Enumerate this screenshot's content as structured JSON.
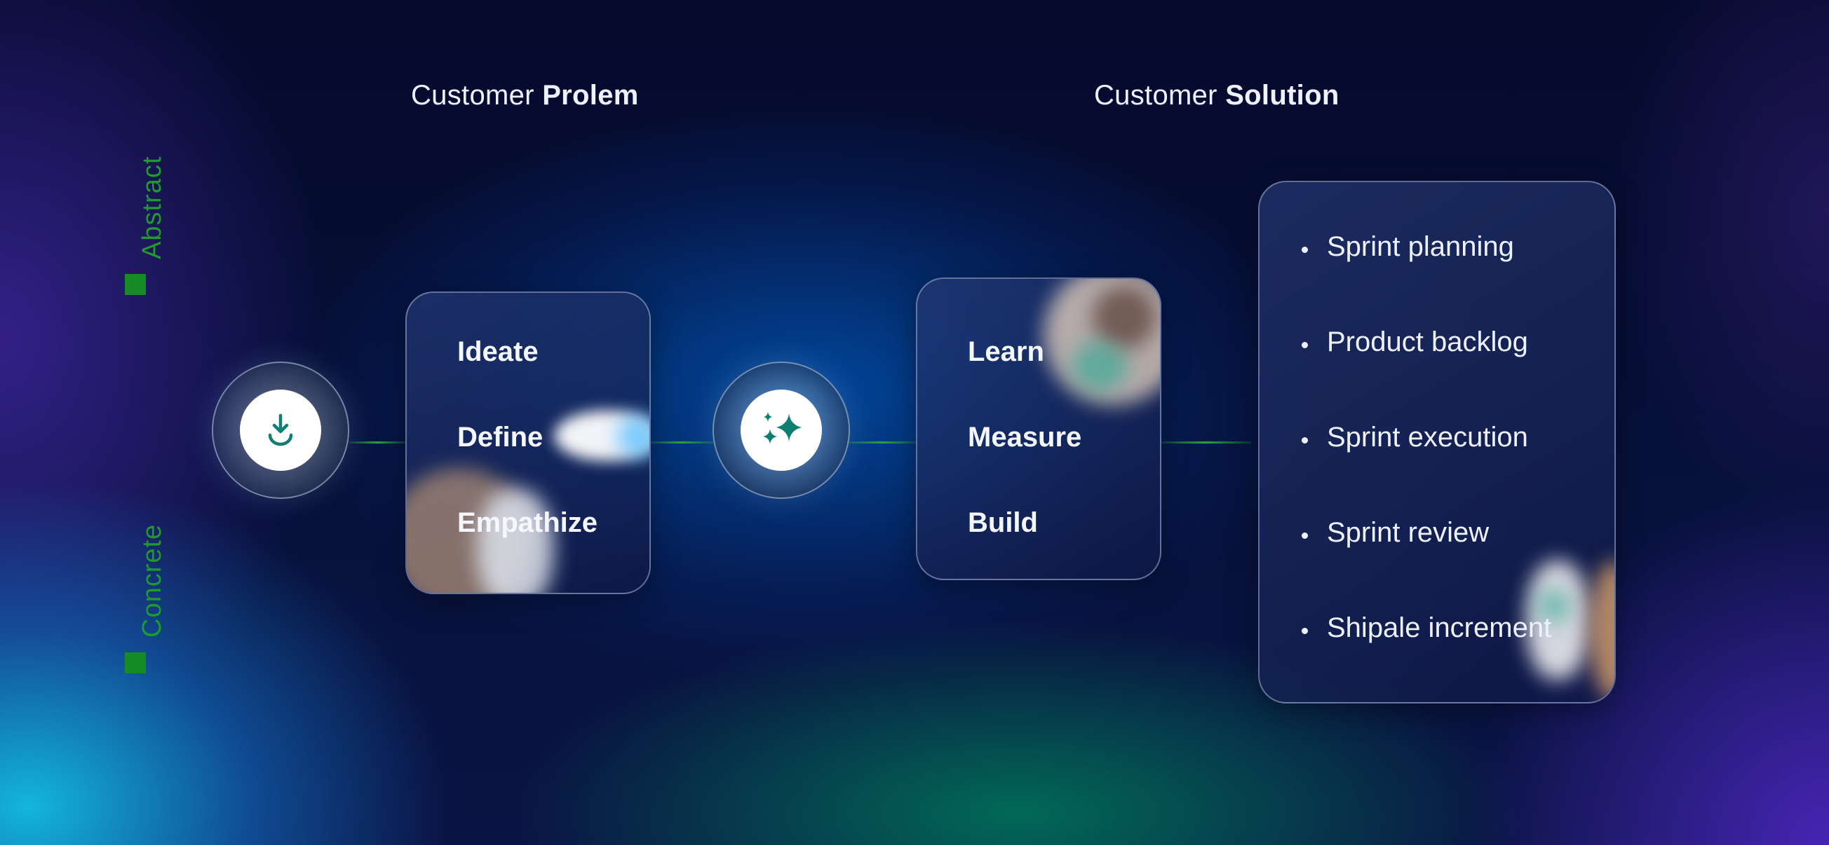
{
  "headings": {
    "problem": {
      "prefix": "Customer ",
      "bold": "Prolem"
    },
    "solution": {
      "prefix": "Customer ",
      "bold": "Solution"
    }
  },
  "axis": {
    "top": "Abstract",
    "bottom": "Concrete"
  },
  "nodes": [
    {
      "icon": "download-icon"
    },
    {
      "icon": "sparkles-icon"
    }
  ],
  "problem_card": {
    "items": [
      "Ideate",
      "Define",
      "Empathize"
    ]
  },
  "solution_card": {
    "items": [
      "Learn",
      "Measure",
      "Build"
    ]
  },
  "scrum_card": {
    "items": [
      "Sprint planning",
      "Product backlog",
      "Sprint execution",
      "Sprint review",
      "Shipale increment"
    ]
  },
  "colors": {
    "accent_green": "#178c25",
    "icon_teal": "#0e7f72",
    "background": "#060b2f"
  }
}
